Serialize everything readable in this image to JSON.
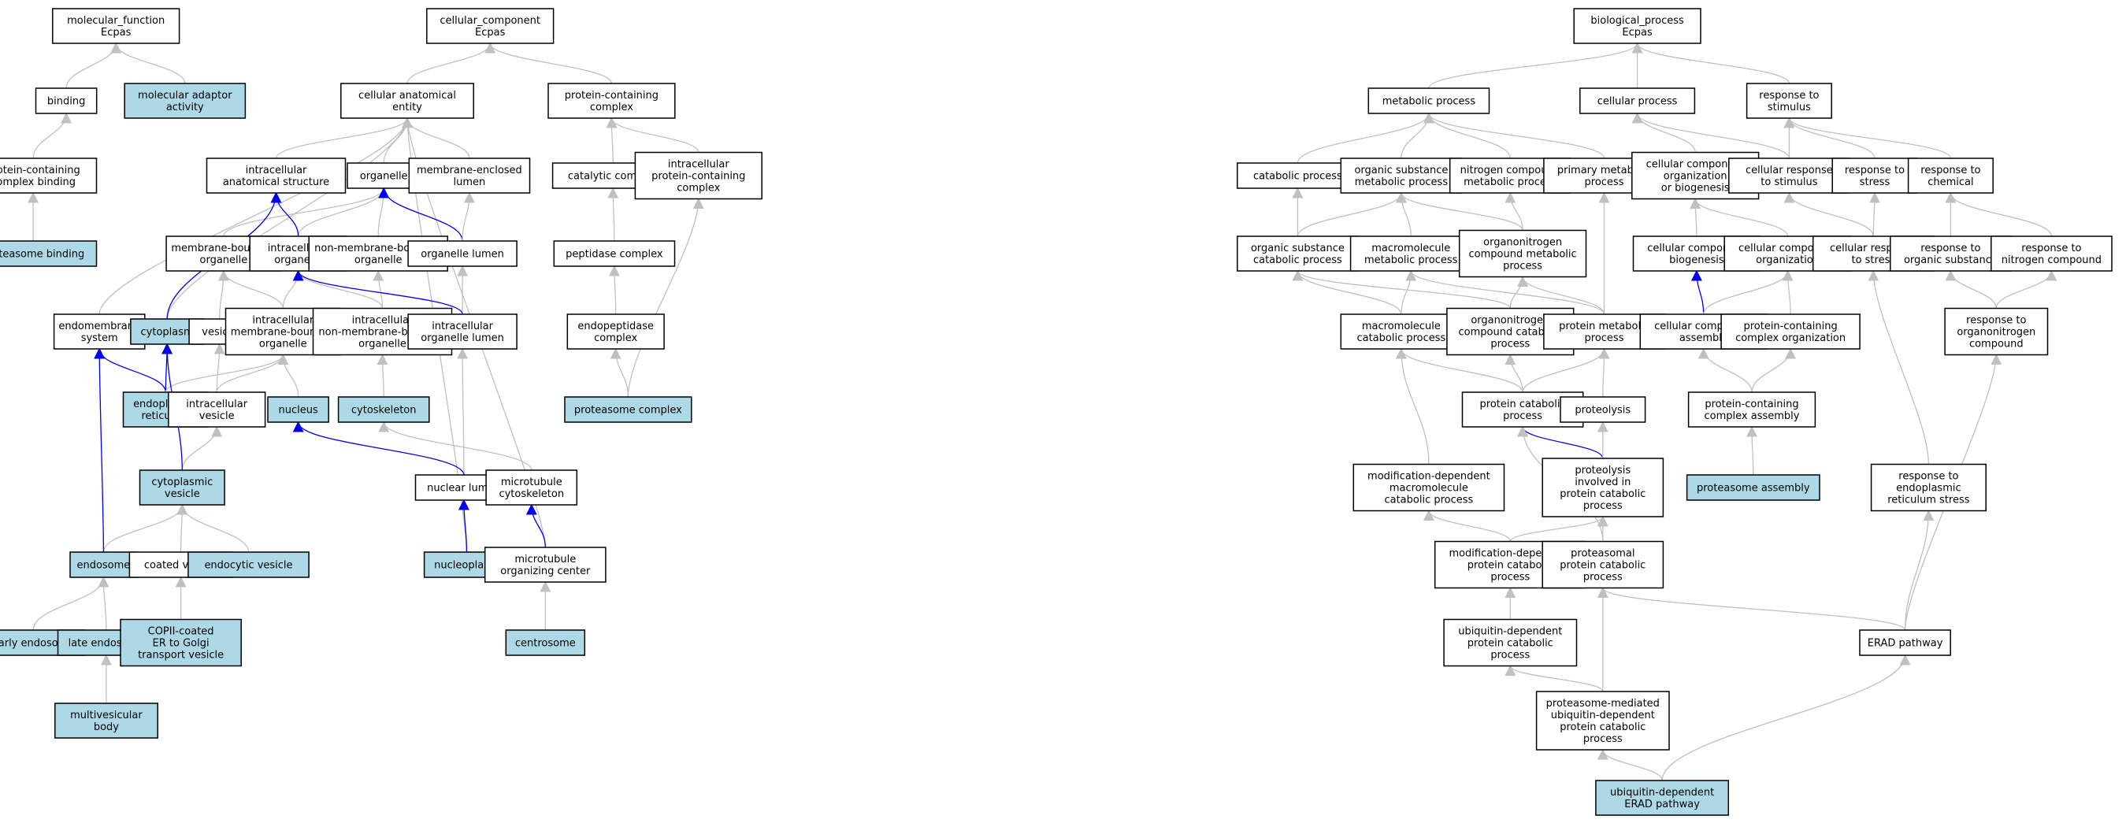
{
  "colors": {
    "node_fill": "#ffffff",
    "highlight_fill": "#add8e6",
    "node_border": "#000000",
    "edge_default": "#c0c0c0",
    "edge_highlight": "#0000ee"
  },
  "nodes": [
    {
      "id": "mf",
      "lines": [
        "molecular_function",
        "Ecpas"
      ],
      "highlight": false
    },
    {
      "id": "binding",
      "lines": [
        "binding"
      ],
      "highlight": false
    },
    {
      "id": "mol_adaptor",
      "lines": [
        "molecular adaptor",
        "activity"
      ],
      "highlight": true
    },
    {
      "id": "pc_complex_binding",
      "lines": [
        "protein-containing",
        "complex binding"
      ],
      "highlight": false
    },
    {
      "id": "proteasome_binding",
      "lines": [
        "proteasome binding"
      ],
      "highlight": true
    },
    {
      "id": "cc",
      "lines": [
        "cellular_component",
        "Ecpas"
      ],
      "highlight": false
    },
    {
      "id": "cae",
      "lines": [
        "cellular anatomical",
        "entity"
      ],
      "highlight": false
    },
    {
      "id": "pcc",
      "lines": [
        "protein-containing",
        "complex"
      ],
      "highlight": false
    },
    {
      "id": "ias",
      "lines": [
        "intracellular",
        "anatomical structure"
      ],
      "highlight": false
    },
    {
      "id": "organelle",
      "lines": [
        "organelle"
      ],
      "highlight": false
    },
    {
      "id": "mel",
      "lines": [
        "membrane-enclosed",
        "lumen"
      ],
      "highlight": false
    },
    {
      "id": "catalytic_complex",
      "lines": [
        "catalytic complex"
      ],
      "highlight": false
    },
    {
      "id": "ipcc",
      "lines": [
        "intracellular",
        "protein-containing",
        "complex"
      ],
      "highlight": false
    },
    {
      "id": "mbo",
      "lines": [
        "membrane-bounded",
        "organelle"
      ],
      "highlight": false
    },
    {
      "id": "io",
      "lines": [
        "intracellular",
        "organelle"
      ],
      "highlight": false
    },
    {
      "id": "nmbo",
      "lines": [
        "non-membrane-bounded",
        "organelle"
      ],
      "highlight": false
    },
    {
      "id": "ol",
      "lines": [
        "organelle lumen"
      ],
      "highlight": false
    },
    {
      "id": "peptidase_complex",
      "lines": [
        "peptidase complex"
      ],
      "highlight": false
    },
    {
      "id": "endomembrane",
      "lines": [
        "endomembrane",
        "system"
      ],
      "highlight": false
    },
    {
      "id": "cytoplasm",
      "lines": [
        "cytoplasm"
      ],
      "highlight": true
    },
    {
      "id": "vesicle",
      "lines": [
        "vesicle"
      ],
      "highlight": false
    },
    {
      "id": "imbo",
      "lines": [
        "intracellular",
        "membrane-bounded",
        "organelle"
      ],
      "highlight": false
    },
    {
      "id": "inmbo",
      "lines": [
        "intracellular",
        "non-membrane-bounded",
        "organelle"
      ],
      "highlight": false
    },
    {
      "id": "iol",
      "lines": [
        "intracellular",
        "organelle lumen"
      ],
      "highlight": false
    },
    {
      "id": "endopeptidase_complex",
      "lines": [
        "endopeptidase",
        "complex"
      ],
      "highlight": false
    },
    {
      "id": "er",
      "lines": [
        "endoplasmic",
        "reticulum"
      ],
      "highlight": true
    },
    {
      "id": "iv",
      "lines": [
        "intracellular",
        "vesicle"
      ],
      "highlight": false
    },
    {
      "id": "nucleus",
      "lines": [
        "nucleus"
      ],
      "highlight": true
    },
    {
      "id": "cytoskeleton",
      "lines": [
        "cytoskeleton"
      ],
      "highlight": true
    },
    {
      "id": "proteasome_complex",
      "lines": [
        "proteasome complex"
      ],
      "highlight": true
    },
    {
      "id": "cv",
      "lines": [
        "cytoplasmic",
        "vesicle"
      ],
      "highlight": true
    },
    {
      "id": "nuclear_lumen",
      "lines": [
        "nuclear lumen"
      ],
      "highlight": false
    },
    {
      "id": "mt_cytoskeleton",
      "lines": [
        "microtubule",
        "cytoskeleton"
      ],
      "highlight": false
    },
    {
      "id": "endosome",
      "lines": [
        "endosome"
      ],
      "highlight": true
    },
    {
      "id": "coated_vesicle",
      "lines": [
        "coated vesicle"
      ],
      "highlight": false
    },
    {
      "id": "endocytic_vesicle",
      "lines": [
        "endocytic vesicle"
      ],
      "highlight": true
    },
    {
      "id": "nucleoplasm",
      "lines": [
        "nucleoplasm"
      ],
      "highlight": true
    },
    {
      "id": "mtoc",
      "lines": [
        "microtubule",
        "organizing center"
      ],
      "highlight": false
    },
    {
      "id": "early_endosome",
      "lines": [
        "early endosome"
      ],
      "highlight": true
    },
    {
      "id": "late_endosome",
      "lines": [
        "late endosome"
      ],
      "highlight": true
    },
    {
      "id": "copii",
      "lines": [
        "COPII-coated",
        "ER to Golgi",
        "transport vesicle"
      ],
      "highlight": true
    },
    {
      "id": "centrosome",
      "lines": [
        "centrosome"
      ],
      "highlight": true
    },
    {
      "id": "mvb",
      "lines": [
        "multivesicular",
        "body"
      ],
      "highlight": true
    },
    {
      "id": "bp",
      "lines": [
        "biological_process",
        "Ecpas"
      ],
      "highlight": false
    },
    {
      "id": "metabolic",
      "lines": [
        "metabolic process"
      ],
      "highlight": false
    },
    {
      "id": "cellular_process",
      "lines": [
        "cellular process"
      ],
      "highlight": false
    },
    {
      "id": "rts",
      "lines": [
        "response to",
        "stimulus"
      ],
      "highlight": false
    },
    {
      "id": "catabolic",
      "lines": [
        "catabolic process"
      ],
      "highlight": false
    },
    {
      "id": "osmp",
      "lines": [
        "organic substance",
        "metabolic process"
      ],
      "highlight": false
    },
    {
      "id": "ncmp",
      "lines": [
        "nitrogen compound",
        "metabolic process"
      ],
      "highlight": false
    },
    {
      "id": "pmp",
      "lines": [
        "primary metabolic",
        "process"
      ],
      "highlight": false
    },
    {
      "id": "ccob",
      "lines": [
        "cellular component",
        "organization",
        "or biogenesis"
      ],
      "highlight": false
    },
    {
      "id": "crts",
      "lines": [
        "cellular response",
        "to stimulus"
      ],
      "highlight": false
    },
    {
      "id": "rtstress",
      "lines": [
        "response to",
        "stress"
      ],
      "highlight": false
    },
    {
      "id": "rtchem",
      "lines": [
        "response to",
        "chemical"
      ],
      "highlight": false
    },
    {
      "id": "oscp",
      "lines": [
        "organic substance",
        "catabolic process"
      ],
      "highlight": false
    },
    {
      "id": "mmp",
      "lines": [
        "macromolecule",
        "metabolic process"
      ],
      "highlight": false
    },
    {
      "id": "oncmp",
      "lines": [
        "organonitrogen",
        "compound metabolic",
        "process"
      ],
      "highlight": false
    },
    {
      "id": "ccb",
      "lines": [
        "cellular component",
        "biogenesis"
      ],
      "highlight": false
    },
    {
      "id": "cco",
      "lines": [
        "cellular component",
        "organization"
      ],
      "highlight": false
    },
    {
      "id": "crtstress",
      "lines": [
        "cellular response",
        "to stress"
      ],
      "highlight": false
    },
    {
      "id": "rtos",
      "lines": [
        "response to",
        "organic substance"
      ],
      "highlight": false
    },
    {
      "id": "rtnc",
      "lines": [
        "response to",
        "nitrogen compound"
      ],
      "highlight": false
    },
    {
      "id": "mcp",
      "lines": [
        "macromolecule",
        "catabolic process"
      ],
      "highlight": false
    },
    {
      "id": "onccp",
      "lines": [
        "organonitrogen",
        "compound catabolic",
        "process"
      ],
      "highlight": false
    },
    {
      "id": "protmp",
      "lines": [
        "protein metabolic",
        "process"
      ],
      "highlight": false
    },
    {
      "id": "cca",
      "lines": [
        "cellular component",
        "assembly"
      ],
      "highlight": false
    },
    {
      "id": "pcco",
      "lines": [
        "protein-containing",
        "complex organization"
      ],
      "highlight": false
    },
    {
      "id": "rtonc",
      "lines": [
        "response to",
        "organonitrogen",
        "compound"
      ],
      "highlight": false
    },
    {
      "id": "pcp",
      "lines": [
        "protein catabolic",
        "process"
      ],
      "highlight": false
    },
    {
      "id": "proteolysis",
      "lines": [
        "proteolysis"
      ],
      "highlight": false
    },
    {
      "id": "pcca",
      "lines": [
        "protein-containing",
        "complex assembly"
      ],
      "highlight": false
    },
    {
      "id": "mdmcp",
      "lines": [
        "modification-dependent",
        "macromolecule",
        "catabolic process"
      ],
      "highlight": false
    },
    {
      "id": "pipcp",
      "lines": [
        "proteolysis",
        "involved in",
        "protein catabolic",
        "process"
      ],
      "highlight": false
    },
    {
      "id": "proteasome_assembly",
      "lines": [
        "proteasome assembly"
      ],
      "highlight": true
    },
    {
      "id": "rters",
      "lines": [
        "response to",
        "endoplasmic",
        "reticulum stress"
      ],
      "highlight": false
    },
    {
      "id": "mdpcp",
      "lines": [
        "modification-dependent",
        "protein catabolic",
        "process"
      ],
      "highlight": false
    },
    {
      "id": "prot_pcp",
      "lines": [
        "proteasomal",
        "protein catabolic",
        "process"
      ],
      "highlight": false
    },
    {
      "id": "erad",
      "lines": [
        "ERAD pathway"
      ],
      "highlight": false
    },
    {
      "id": "udpcp",
      "lines": [
        "ubiquitin-dependent",
        "protein catabolic",
        "process"
      ],
      "highlight": false
    },
    {
      "id": "pmudpcp",
      "lines": [
        "proteasome-mediated",
        "ubiquitin-dependent",
        "protein catabolic",
        "process"
      ],
      "highlight": false
    },
    {
      "id": "uderad",
      "lines": [
        "ubiquitin-dependent",
        "ERAD pathway"
      ],
      "highlight": true
    }
  ],
  "edges": [
    [
      "binding",
      "mf",
      0
    ],
    [
      "mol_adaptor",
      "mf",
      0
    ],
    [
      "pc_complex_binding",
      "binding",
      0
    ],
    [
      "proteasome_binding",
      "pc_complex_binding",
      0
    ],
    [
      "cae",
      "cc",
      0
    ],
    [
      "pcc",
      "cc",
      0
    ],
    [
      "ias",
      "cae",
      0
    ],
    [
      "organelle",
      "cae",
      0
    ],
    [
      "mel",
      "cae",
      0
    ],
    [
      "endomembrane",
      "cae",
      0
    ],
    [
      "cytoplasm",
      "cae",
      0
    ],
    [
      "nucleoplasm",
      "cae",
      0
    ],
    [
      "mtoc",
      "cae",
      0
    ],
    [
      "catalytic_complex",
      "pcc",
      0
    ],
    [
      "ipcc",
      "pcc",
      0
    ],
    [
      "mbo",
      "organelle",
      0
    ],
    [
      "io",
      "organelle",
      0
    ],
    [
      "nmbo",
      "organelle",
      0
    ],
    [
      "io",
      "ias",
      1
    ],
    [
      "ol",
      "organelle",
      1
    ],
    [
      "ol",
      "mel",
      0
    ],
    [
      "cytoplasm",
      "ias",
      1
    ],
    [
      "peptidase_complex",
      "catalytic_complex",
      0
    ],
    [
      "endopeptidase_complex",
      "peptidase_complex",
      0
    ],
    [
      "proteasome_complex",
      "endopeptidase_complex",
      0
    ],
    [
      "proteasome_complex",
      "ipcc",
      0
    ],
    [
      "vesicle",
      "mbo",
      0
    ],
    [
      "imbo",
      "mbo",
      0
    ],
    [
      "imbo",
      "io",
      0
    ],
    [
      "inmbo",
      "io",
      0
    ],
    [
      "inmbo",
      "nmbo",
      0
    ],
    [
      "iol",
      "ol",
      0
    ],
    [
      "iol",
      "io",
      1
    ],
    [
      "er",
      "endomembrane",
      1
    ],
    [
      "er",
      "cytoplasm",
      1
    ],
    [
      "er",
      "imbo",
      0
    ],
    [
      "iv",
      "vesicle",
      0
    ],
    [
      "iv",
      "imbo",
      0
    ],
    [
      "nucleus",
      "imbo",
      0
    ],
    [
      "cytoskeleton",
      "inmbo",
      0
    ],
    [
      "cv",
      "iv",
      0
    ],
    [
      "cv",
      "cytoplasm",
      1
    ],
    [
      "nuclear_lumen",
      "iol",
      0
    ],
    [
      "nuclear_lumen",
      "nucleus",
      1
    ],
    [
      "mt_cytoskeleton",
      "cytoskeleton",
      0
    ],
    [
      "endosome",
      "cv",
      0
    ],
    [
      "endosome",
      "endomembrane",
      1
    ],
    [
      "coated_vesicle",
      "cv",
      0
    ],
    [
      "endocytic_vesicle",
      "cv",
      0
    ],
    [
      "nucleoplasm",
      "nuclear_lumen",
      1
    ],
    [
      "mtoc",
      "mt_cytoskeleton",
      1
    ],
    [
      "early_endosome",
      "endosome",
      0
    ],
    [
      "late_endosome",
      "endosome",
      0
    ],
    [
      "copii",
      "coated_vesicle",
      0
    ],
    [
      "centrosome",
      "mtoc",
      0
    ],
    [
      "mvb",
      "late_endosome",
      0
    ],
    [
      "metabolic",
      "bp",
      0
    ],
    [
      "cellular_process",
      "bp",
      0
    ],
    [
      "rts",
      "bp",
      0
    ],
    [
      "catabolic",
      "metabolic",
      0
    ],
    [
      "osmp",
      "metabolic",
      0
    ],
    [
      "ncmp",
      "metabolic",
      0
    ],
    [
      "pmp",
      "metabolic",
      0
    ],
    [
      "ccob",
      "cellular_process",
      0
    ],
    [
      "crts",
      "cellular_process",
      0
    ],
    [
      "crts",
      "rts",
      0
    ],
    [
      "rtstress",
      "rts",
      0
    ],
    [
      "rtchem",
      "rts",
      0
    ],
    [
      "oscp",
      "catabolic",
      0
    ],
    [
      "oscp",
      "osmp",
      0
    ],
    [
      "mmp",
      "osmp",
      0
    ],
    [
      "oncmp",
      "osmp",
      0
    ],
    [
      "oncmp",
      "ncmp",
      0
    ],
    [
      "ccb",
      "ccob",
      0
    ],
    [
      "cco",
      "ccob",
      0
    ],
    [
      "crtstress",
      "crts",
      0
    ],
    [
      "crtstress",
      "rtstress",
      0
    ],
    [
      "rtos",
      "rtchem",
      0
    ],
    [
      "rtnc",
      "rtchem",
      0
    ],
    [
      "mcp",
      "oscp",
      0
    ],
    [
      "mcp",
      "mmp",
      0
    ],
    [
      "onccp",
      "oscp",
      0
    ],
    [
      "onccp",
      "oncmp",
      0
    ],
    [
      "protmp",
      "mmp",
      0
    ],
    [
      "protmp",
      "oncmp",
      0
    ],
    [
      "protmp",
      "pmp",
      0
    ],
    [
      "cca",
      "ccb",
      1
    ],
    [
      "cca",
      "cco",
      0
    ],
    [
      "pcco",
      "cco",
      0
    ],
    [
      "rtonc",
      "rtos",
      0
    ],
    [
      "rtonc",
      "rtnc",
      0
    ],
    [
      "pcp",
      "mcp",
      0
    ],
    [
      "pcp",
      "onccp",
      0
    ],
    [
      "pcp",
      "protmp",
      0
    ],
    [
      "proteolysis",
      "protmp",
      0
    ],
    [
      "pcca",
      "cca",
      0
    ],
    [
      "pcca",
      "pcco",
      0
    ],
    [
      "mdmcp",
      "mcp",
      0
    ],
    [
      "pipcp",
      "pcp",
      1
    ],
    [
      "pipcp",
      "proteolysis",
      0
    ],
    [
      "proteasome_assembly",
      "pcca",
      0
    ],
    [
      "rters",
      "crtstress",
      0
    ],
    [
      "mdpcp",
      "mdmcp",
      0
    ],
    [
      "mdpcp",
      "pipcp",
      0
    ],
    [
      "prot_pcp",
      "pipcp",
      0
    ],
    [
      "prot_pcp",
      "pcp",
      0
    ],
    [
      "erad",
      "rters",
      0
    ],
    [
      "erad",
      "rtonc",
      0
    ],
    [
      "erad",
      "prot_pcp",
      0
    ],
    [
      "udpcp",
      "mdpcp",
      0
    ],
    [
      "pmudpcp",
      "udpcp",
      0
    ],
    [
      "pmudpcp",
      "prot_pcp",
      0
    ],
    [
      "uderad",
      "pmudpcp",
      0
    ],
    [
      "uderad",
      "erad",
      0
    ]
  ]
}
